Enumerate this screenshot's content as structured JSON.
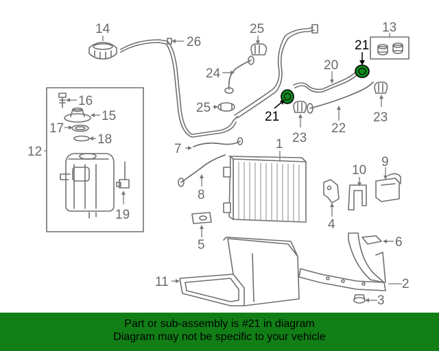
{
  "diagram": {
    "callouts": [
      "1",
      "2",
      "3",
      "4",
      "5",
      "6",
      "7",
      "8",
      "9",
      "10",
      "11",
      "12",
      "13",
      "14",
      "15",
      "16",
      "17",
      "18",
      "19",
      "20",
      "21",
      "21",
      "22",
      "23",
      "23",
      "24",
      "25",
      "25",
      "26"
    ],
    "highlight_color": "#0b8a1d"
  },
  "banner": {
    "line1": "Part or sub-assembly is #21 in diagram",
    "line2": "Diagram may not be specific to your vehicle",
    "background": "#117f16"
  }
}
